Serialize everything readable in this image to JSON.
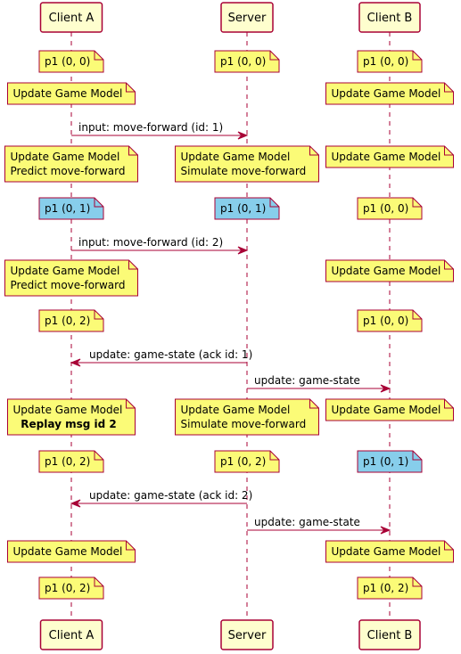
{
  "colors": {
    "participant_fill": "#FEFECE",
    "participant_border": "#A80036",
    "note_fill": "#FBFB77",
    "note_highlight_fill": "#87CEEB",
    "note_border": "#A80036",
    "arrow": "#A80036",
    "lifeline": "#A80036"
  },
  "participants": [
    {
      "id": "a",
      "label": "Client A"
    },
    {
      "id": "s",
      "label": "Server"
    },
    {
      "id": "b",
      "label": "Client B"
    }
  ],
  "notes": [
    {
      "on": "a",
      "lines": [
        "p1 (0, 0)"
      ],
      "highlight": false
    },
    {
      "on": "s",
      "lines": [
        "p1 (0, 0)"
      ],
      "highlight": false
    },
    {
      "on": "b",
      "lines": [
        "p1 (0, 0)"
      ],
      "highlight": false
    },
    {
      "on": "a",
      "lines": [
        "Update Game Model"
      ],
      "highlight": false
    },
    {
      "on": "b",
      "lines": [
        "Update Game Model"
      ],
      "highlight": false
    },
    {
      "on": "a",
      "lines": [
        "Update Game Model",
        "Predict move-forward"
      ],
      "highlight": false
    },
    {
      "on": "s",
      "lines": [
        "Update Game Model",
        "Simulate move-forward"
      ],
      "highlight": false
    },
    {
      "on": "b",
      "lines": [
        "Update Game Model"
      ],
      "highlight": false
    },
    {
      "on": "a",
      "lines": [
        "p1 (0, 1)"
      ],
      "highlight": true
    },
    {
      "on": "s",
      "lines": [
        "p1 (0, 1)"
      ],
      "highlight": true
    },
    {
      "on": "b",
      "lines": [
        "p1 (0, 0)"
      ],
      "highlight": false
    },
    {
      "on": "a",
      "lines": [
        "Update Game Model",
        "Predict move-forward"
      ],
      "highlight": false
    },
    {
      "on": "b",
      "lines": [
        "Update Game Model"
      ],
      "highlight": false
    },
    {
      "on": "a",
      "lines": [
        "p1 (0, 2)"
      ],
      "highlight": false
    },
    {
      "on": "b",
      "lines": [
        "p1 (0, 0)"
      ],
      "highlight": false
    },
    {
      "on": "a",
      "lines": [
        "Update Game Model",
        "Replay msg id 2"
      ],
      "bold_lines": [
        1
      ],
      "highlight": false
    },
    {
      "on": "s",
      "lines": [
        "Update Game Model",
        "Simulate move-forward"
      ],
      "highlight": false
    },
    {
      "on": "b",
      "lines": [
        "Update Game Model"
      ],
      "highlight": false
    },
    {
      "on": "a",
      "lines": [
        "p1 (0, 2)"
      ],
      "highlight": false
    },
    {
      "on": "s",
      "lines": [
        "p1 (0, 2)"
      ],
      "highlight": false
    },
    {
      "on": "b",
      "lines": [
        "p1 (0, 1)"
      ],
      "highlight": true
    },
    {
      "on": "a",
      "lines": [
        "Update Game Model"
      ],
      "highlight": false
    },
    {
      "on": "b",
      "lines": [
        "Update Game Model"
      ],
      "highlight": false
    },
    {
      "on": "a",
      "lines": [
        "p1 (0, 2)"
      ],
      "highlight": false
    },
    {
      "on": "b",
      "lines": [
        "p1 (0, 2)"
      ],
      "highlight": false
    }
  ],
  "messages": [
    {
      "from": "a",
      "to": "s",
      "label": "input: move-forward (id: 1)"
    },
    {
      "from": "a",
      "to": "s",
      "label": "input: move-forward (id: 2)"
    },
    {
      "from": "s",
      "to": "a",
      "label": "update: game-state (ack id: 1)"
    },
    {
      "from": "s",
      "to": "b",
      "label": "update: game-state"
    },
    {
      "from": "s",
      "to": "a",
      "label": "update: game-state (ack id: 2)"
    },
    {
      "from": "s",
      "to": "b",
      "label": "update: game-state"
    }
  ]
}
